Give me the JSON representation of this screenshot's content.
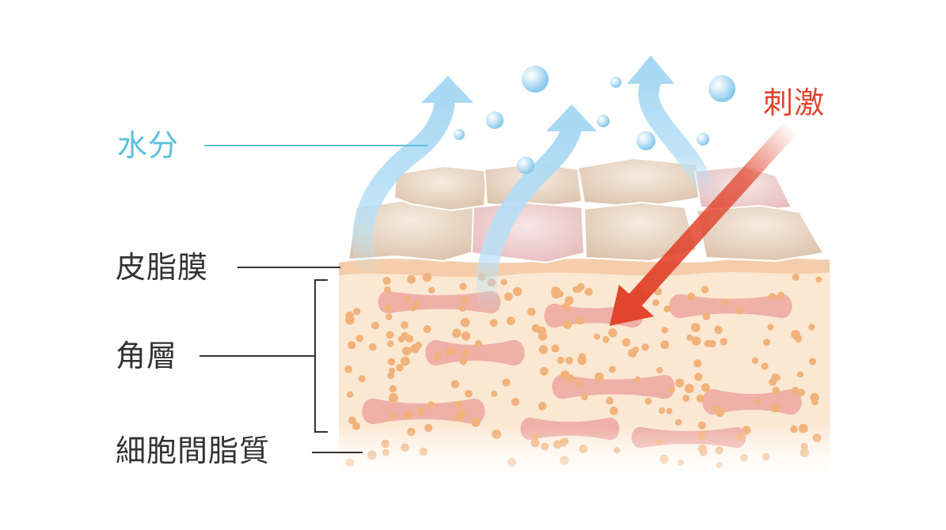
{
  "labels": {
    "moisture": "水分",
    "stimulus": "刺激",
    "sebum_film": "皮脂膜",
    "stratum_corneum": "角層",
    "intercellular_lipid": "細胞間脂質"
  },
  "colors": {
    "moisture": "#5bc0de",
    "stimulus": "#e1452d",
    "label_text": "#333333",
    "skin_base": "#fbe8d2",
    "lipid_dot": "#f1b27c",
    "corneocyte": "#eca7a0",
    "surface_flake": "#e9d6c4",
    "water_arrow": "#b9e0f6"
  },
  "icons": [
    "moisture-arrow-icon",
    "stimulus-arrow-icon",
    "water-bubble-icon"
  ]
}
